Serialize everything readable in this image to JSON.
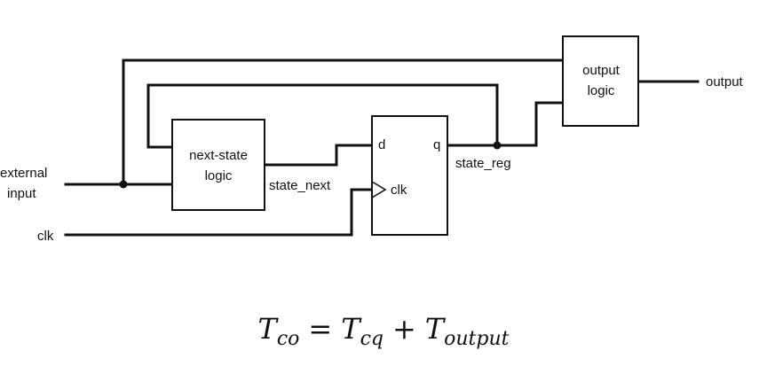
{
  "diagram": {
    "inputs": {
      "external_line1": "external",
      "external_line2": "input",
      "clk": "clk"
    },
    "blocks": {
      "next_state_line1": "next-state",
      "next_state_line2": "logic",
      "register_d": "d",
      "register_q": "q",
      "register_clk": "clk",
      "output_line1": "output",
      "output_line2": "logic"
    },
    "signals": {
      "state_next": "state_next",
      "state_reg": "state_reg",
      "output": "output"
    }
  },
  "equation": {
    "lhs_var": "T",
    "lhs_sub": "co",
    "equals": "=",
    "term1_var": "T",
    "term1_sub": "cq",
    "plus": "+",
    "term2_var": "T",
    "term2_sub": "output"
  }
}
